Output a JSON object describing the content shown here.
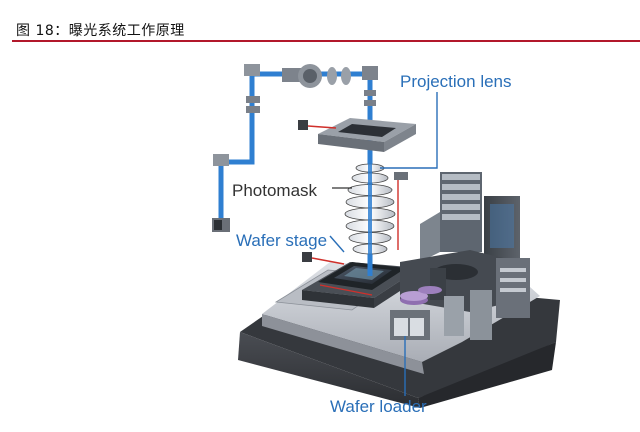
{
  "figure": {
    "title": "图 18：曝光系统工作原理"
  },
  "labels": {
    "projection_lens": "Projection lens",
    "photomask": "Photomask",
    "wafer_stage": "Wafer stage",
    "wafer_loader": "Wafer loader"
  },
  "colors": {
    "title_rule": "#b2182b",
    "beam": "#2f7fd1",
    "label_blue": "#2a6fb8",
    "label_dark": "#333333",
    "base": "#3b3d42",
    "base_top": "#c9ccd2",
    "laser": "#d0302b"
  }
}
